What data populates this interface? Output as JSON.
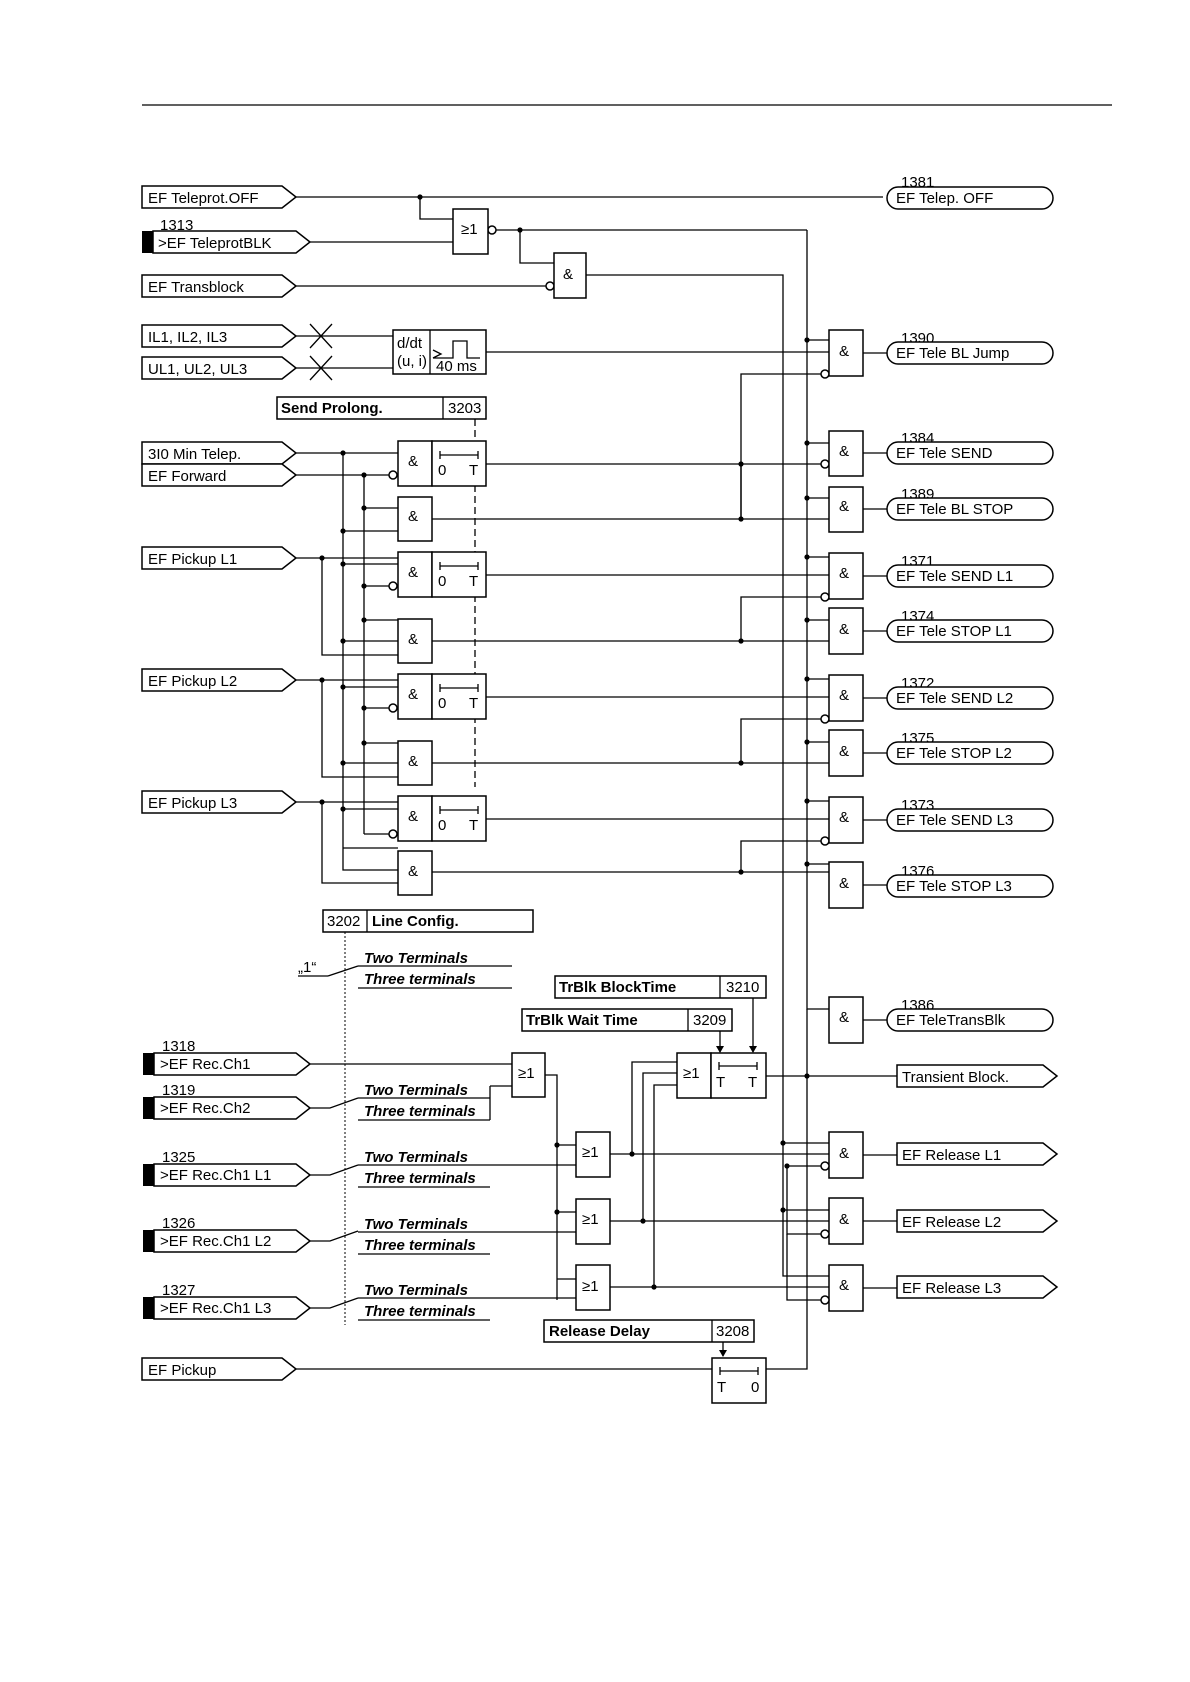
{
  "inputs": {
    "ef_teleprot_off": "EF Teleprot.OFF",
    "teleprotblk_num": "1313",
    "teleprotblk": ">EF TeleprotBLK",
    "transblock": "EF Transblock",
    "currents": "IL1, IL2, IL3",
    "voltages": "UL1, UL2, UL3",
    "io_min": "3I0 Min Telep.",
    "ef_forward": "EF Forward",
    "pickup_l1": "EF Pickup L1",
    "pickup_l2": "EF Pickup L2",
    "pickup_l3": "EF Pickup L3",
    "rec_ch1_num": "1318",
    "rec_ch1": ">EF Rec.Ch1",
    "rec_ch2_num": "1319",
    "rec_ch2": ">EF Rec.Ch2",
    "rec_l1_num": "1325",
    "rec_l1": ">EF Rec.Ch1 L1",
    "rec_l2_num": "1326",
    "rec_l2": ">EF Rec.Ch1 L2",
    "rec_l3_num": "1327",
    "rec_l3": ">EF Rec.Ch1 L3",
    "ef_pickup": "EF Pickup",
    "const_one": "„1“"
  },
  "outputs": [
    {
      "num": "1381",
      "label": "EF Telep. OFF"
    },
    {
      "num": "1390",
      "label": "EF Tele BL Jump"
    },
    {
      "num": "1384",
      "label": "EF Tele SEND"
    },
    {
      "num": "1389",
      "label": "EF Tele BL STOP"
    },
    {
      "num": "1371",
      "label": "EF Tele SEND L1"
    },
    {
      "num": "1374",
      "label": "EF Tele STOP L1"
    },
    {
      "num": "1372",
      "label": "EF Tele SEND L2"
    },
    {
      "num": "1375",
      "label": "EF Tele STOP L2"
    },
    {
      "num": "1373",
      "label": "EF Tele SEND L3"
    },
    {
      "num": "1376",
      "label": "EF Tele STOP L3"
    },
    {
      "num": "1386",
      "label": "EF TeleTransBlk"
    },
    {
      "num": "",
      "label": "Transient Block."
    },
    {
      "num": "",
      "label": "EF Release L1"
    },
    {
      "num": "",
      "label": "EF Release L2"
    },
    {
      "num": "",
      "label": "EF Release L3"
    }
  ],
  "params": {
    "send_prolong": "Send Prolong.",
    "send_prolong_addr": "3203",
    "line_config_addr": "3202",
    "line_config": "Line Config.",
    "two_terminals": "Two Terminals",
    "three_terminals": "Three terminals",
    "trblk_blocktime": "TrBlk BlockTime",
    "trblk_blocktime_addr": "3210",
    "trblk_waittime": "TrBlk Wait Time",
    "trblk_waittime_addr": "3209",
    "release_delay": "Release Delay",
    "release_delay_addr": "3208"
  },
  "gates": {
    "or": "≥1",
    "and": "&",
    "ddt_1": "d/dt",
    "ddt_2": "(u, i)",
    "ms40": "40 ms",
    "t0": "0",
    "tT": "T"
  }
}
